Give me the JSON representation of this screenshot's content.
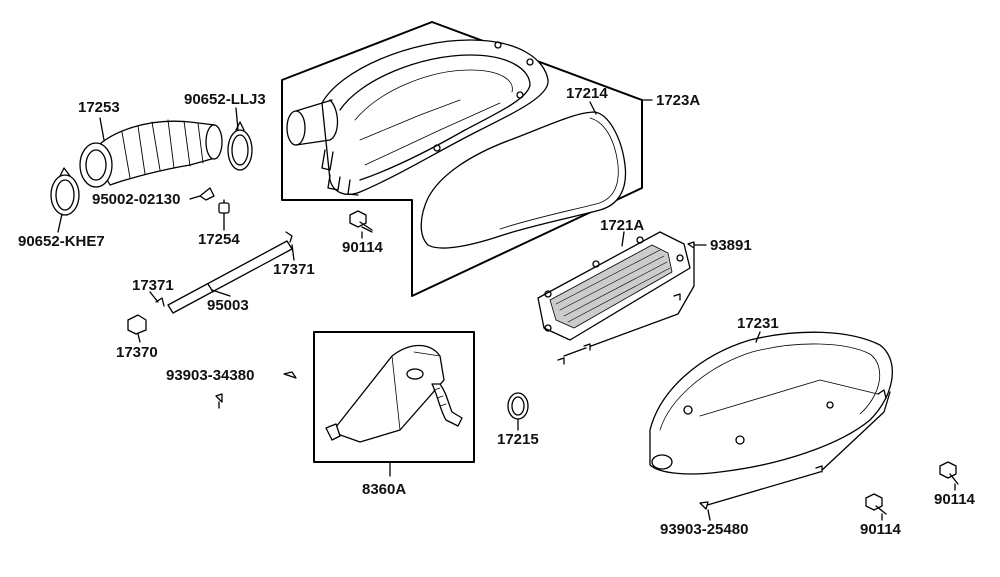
{
  "diagram": {
    "line_color": "#000000",
    "part_fill": "#ffffff",
    "shade_color": "#cccccc",
    "labels": {
      "p17253": "17253",
      "p90652_llj3": "90652-LLJ3",
      "p17214": "17214",
      "p1723a": "1723A",
      "p90652_khe7": "90652-KHE7",
      "p95002_02130": "95002-02130",
      "p17254": "17254",
      "p90114_top": "90114",
      "p1721a": "1721A",
      "p93891": "93891",
      "p17371_right": "17371",
      "p17371_left": "17371",
      "p95003": "95003",
      "p17370": "17370",
      "p17231": "17231",
      "p93903_34380": "93903-34380",
      "p17215": "17215",
      "p8360a": "8360A",
      "p93903_25480": "93903-25480",
      "p90114_bottom": "90114",
      "p90114_right": "90114"
    }
  }
}
